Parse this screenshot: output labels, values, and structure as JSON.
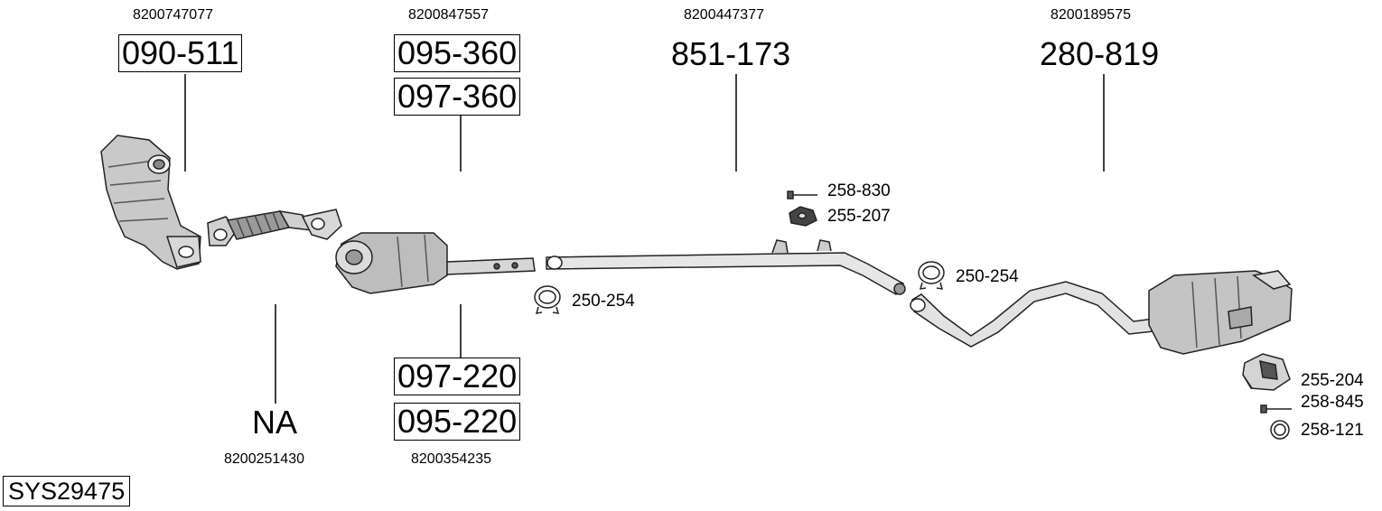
{
  "groups": {
    "catalyst_front": {
      "oem": "8200747077",
      "parts": [
        "090-511"
      ]
    },
    "catalyst_mid": {
      "oem": "8200847557",
      "parts": [
        "095-360",
        "097-360"
      ]
    },
    "middle_pipe": {
      "oem": "8200447377",
      "parts": [
        "851-173"
      ]
    },
    "rear_silencer": {
      "oem": "8200189575",
      "parts": [
        "280-819"
      ]
    },
    "flex_pipe": {
      "oem": "8200251430",
      "parts": [
        "NA"
      ]
    },
    "catalyst_lower": {
      "oem": "8200354235",
      "parts": [
        "097-220",
        "095-220"
      ]
    }
  },
  "accessories": {
    "bolt_top": "258-830",
    "rubber_top": "255-207",
    "clamp_left": "250-254",
    "clamp_right": "250-254",
    "rubber_rear": "255-204",
    "bolt_rear": "258-845",
    "ring_rear": "258-121"
  },
  "system_id": "SYS29475"
}
